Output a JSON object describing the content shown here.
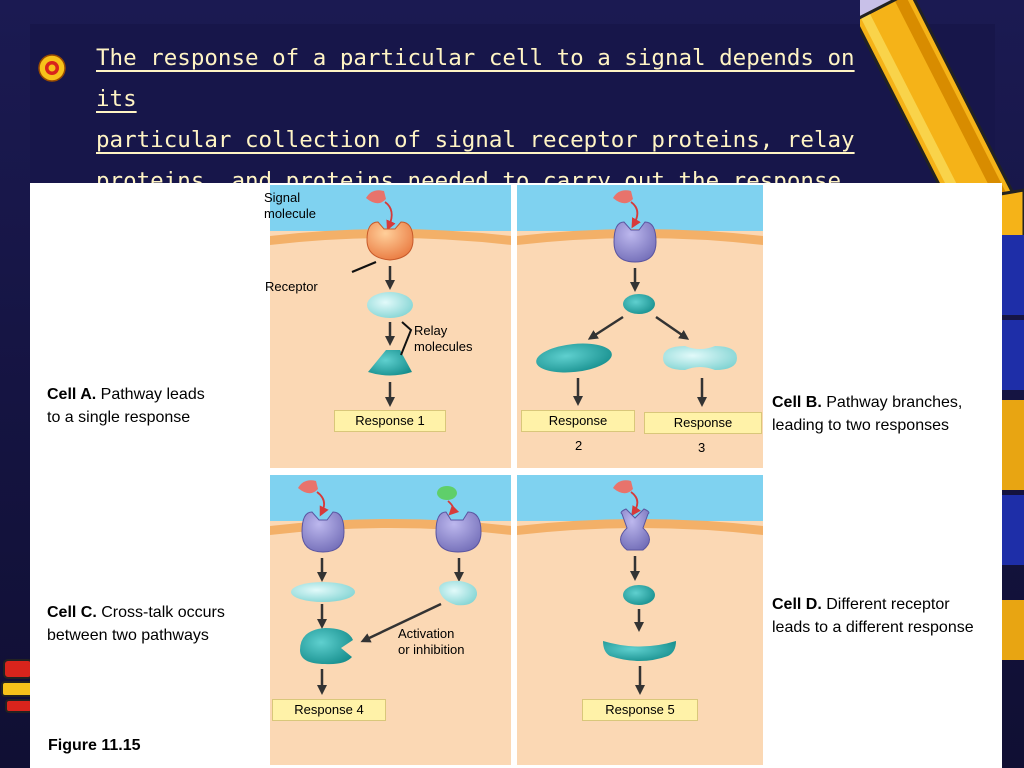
{
  "slide": {
    "title_lines": [
      "The response of a particular cell to a signal depends on its",
      "particular collection of signal receptor proteins, relay",
      "proteins, and proteins needed to carry out the response"
    ],
    "title_end": ".",
    "bullet_icon": "ring-bullet-icon",
    "colors": {
      "background": "#141238",
      "title_text": "#fff4c4",
      "cytoplasm": "#fbd8b4",
      "extracellular": "#7fd2f0",
      "membrane": "#f3b068",
      "relay": "#2ca7a6",
      "receptor": "#8f8ad0",
      "signal": "#e8736c"
    }
  },
  "figure": {
    "number": "Figure 11.15",
    "cell_a": {
      "name": "Cell A.",
      "desc_line1": "Pathway leads",
      "desc_line2": "to a single response"
    },
    "cell_b": {
      "name": "Cell B.",
      "desc_line1": "Pathway branches,",
      "desc_line2": "leading to two responses"
    },
    "cell_c": {
      "name": "Cell C.",
      "desc_line1": "Cross-talk occurs",
      "desc_line2": "between two pathways"
    },
    "cell_d": {
      "name": "Cell D.",
      "desc_line1": "Different receptor",
      "desc_line2": "leads to a different response"
    },
    "labels": {
      "signal_line1": "Signal",
      "signal_line2": "molecule",
      "receptor": "Receptor",
      "relay_line1": "Relay",
      "relay_line2": "molecules",
      "activation_line1": "Activation",
      "activation_line2": "or inhibition"
    },
    "responses": {
      "r1": "Response 1",
      "r2_label": "Response",
      "r2_num": "2",
      "r3_label": "Response",
      "r3_num": "3",
      "r4": "Response 4",
      "r5": "Response 5"
    }
  }
}
